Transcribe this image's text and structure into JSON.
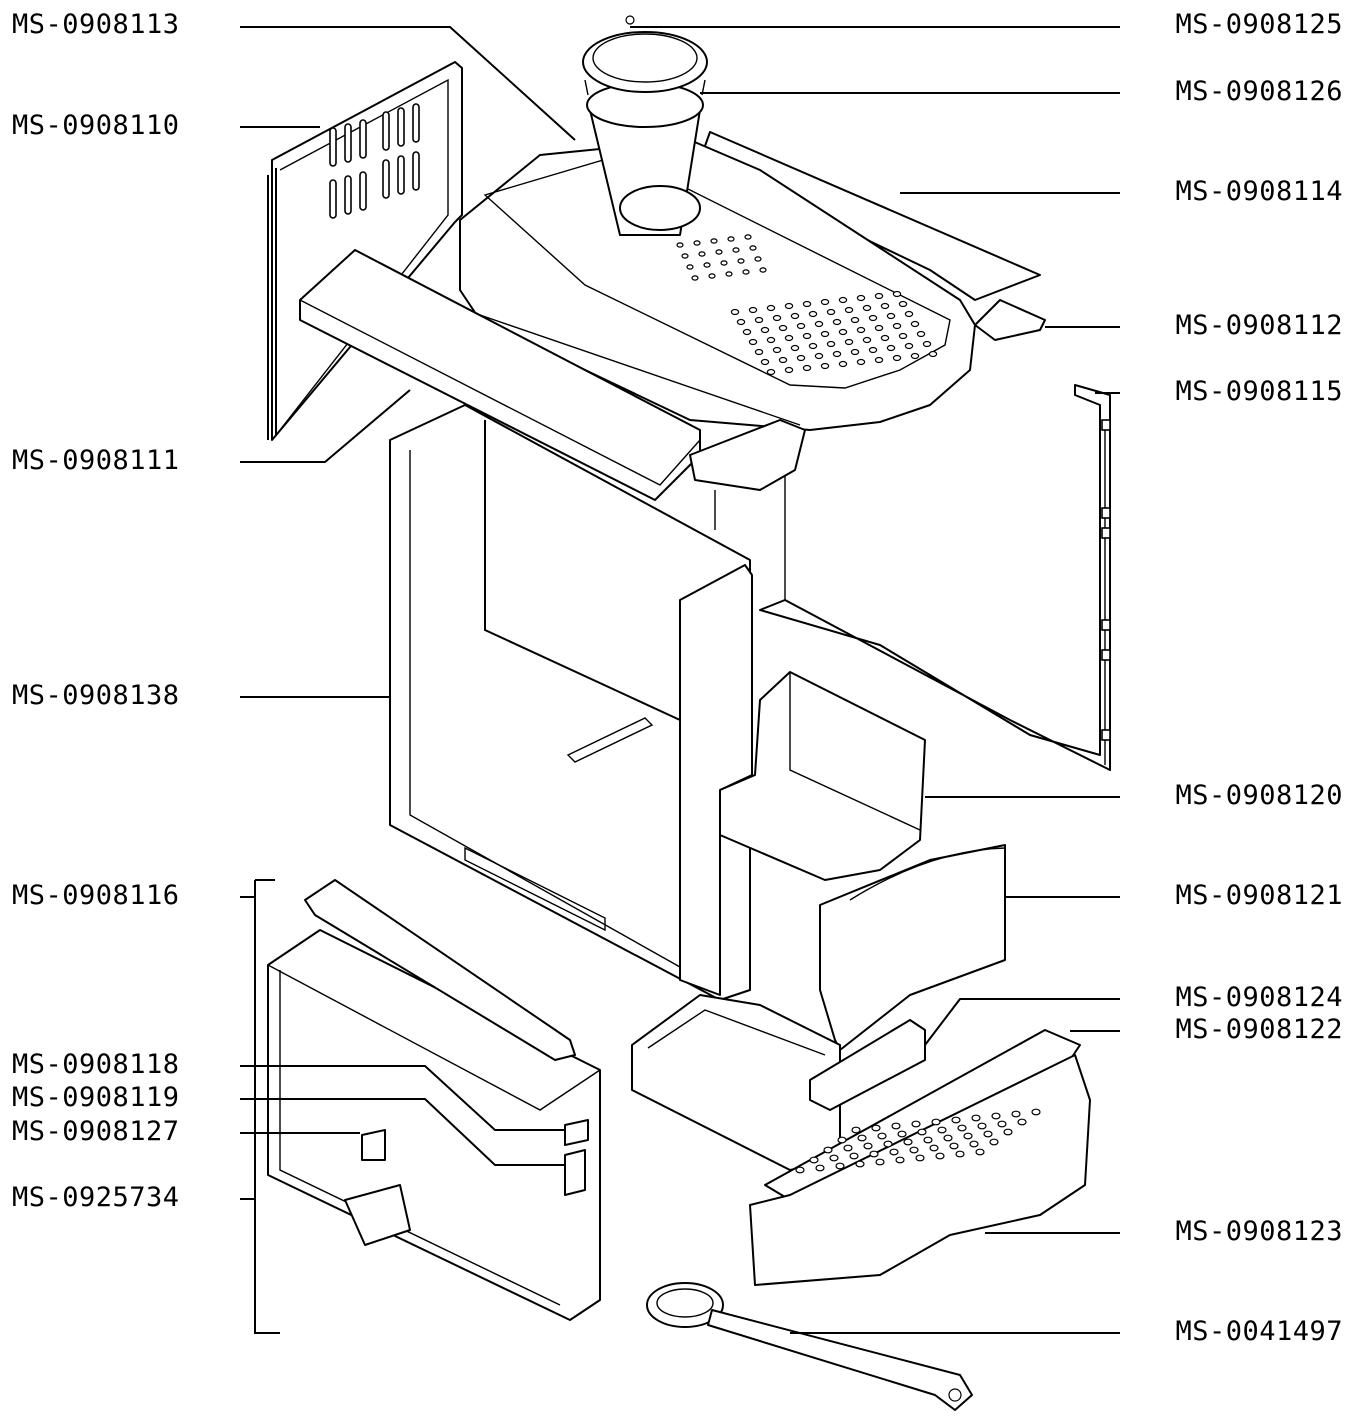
{
  "labels": {
    "left": [
      "MS-0908113",
      "MS-0908110",
      "MS-0908111",
      "MS-0908138",
      "MS-0908116",
      "MS-0908118",
      "MS-0908119",
      "MS-0908127",
      "MS-0925734"
    ],
    "right": [
      "MS-0908125",
      "MS-0908126",
      "MS-0908114",
      "MS-0908112",
      "MS-0908115",
      "MS-0908120",
      "MS-0908121",
      "MS-0908124",
      "MS-0908122",
      "MS-0908123",
      "MS-0041497"
    ]
  }
}
